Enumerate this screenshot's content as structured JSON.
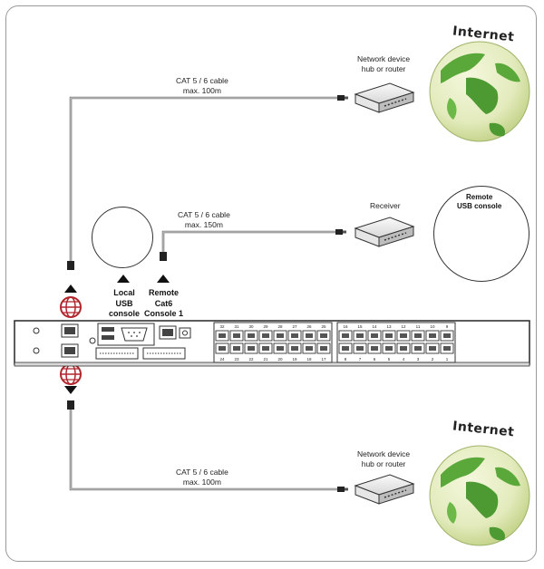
{
  "top_link": {
    "cable_line1": "CAT 5 / 6 cable",
    "cable_line2": "max. 100m",
    "device_line1": "Network device",
    "device_line2": "hub or router",
    "internet": "Internet"
  },
  "mid_link": {
    "cable_line1": "CAT 5 / 6 cable",
    "cable_line2": "max. 150m",
    "device": "Receiver",
    "remote_line1": "Remote",
    "remote_line2": "USB console"
  },
  "bottom_link": {
    "cable_line1": "CAT 5 / 6 cable",
    "cable_line2": "max. 100m",
    "device_line1": "Network device",
    "device_line2": "hub or router",
    "internet": "Internet"
  },
  "local_console": {
    "line1": "Local",
    "line2": "USB",
    "line3": "console"
  },
  "remote_port": {
    "line1": "Remote",
    "line2": "Cat6",
    "line3": "Console 1"
  },
  "ports_top": [
    "32",
    "31",
    "30",
    "29",
    "28",
    "27",
    "26",
    "25",
    "16",
    "15",
    "14",
    "13",
    "12",
    "11",
    "10",
    "9"
  ],
  "ports_bottom": [
    "24",
    "23",
    "22",
    "21",
    "20",
    "19",
    "18",
    "17",
    "8",
    "7",
    "6",
    "5",
    "4",
    "3",
    "2",
    "1"
  ],
  "colors": {
    "globe_green": "#5aa83a",
    "globe_light": "#e9f0c8",
    "globe_icon_red": "#b0262c"
  }
}
